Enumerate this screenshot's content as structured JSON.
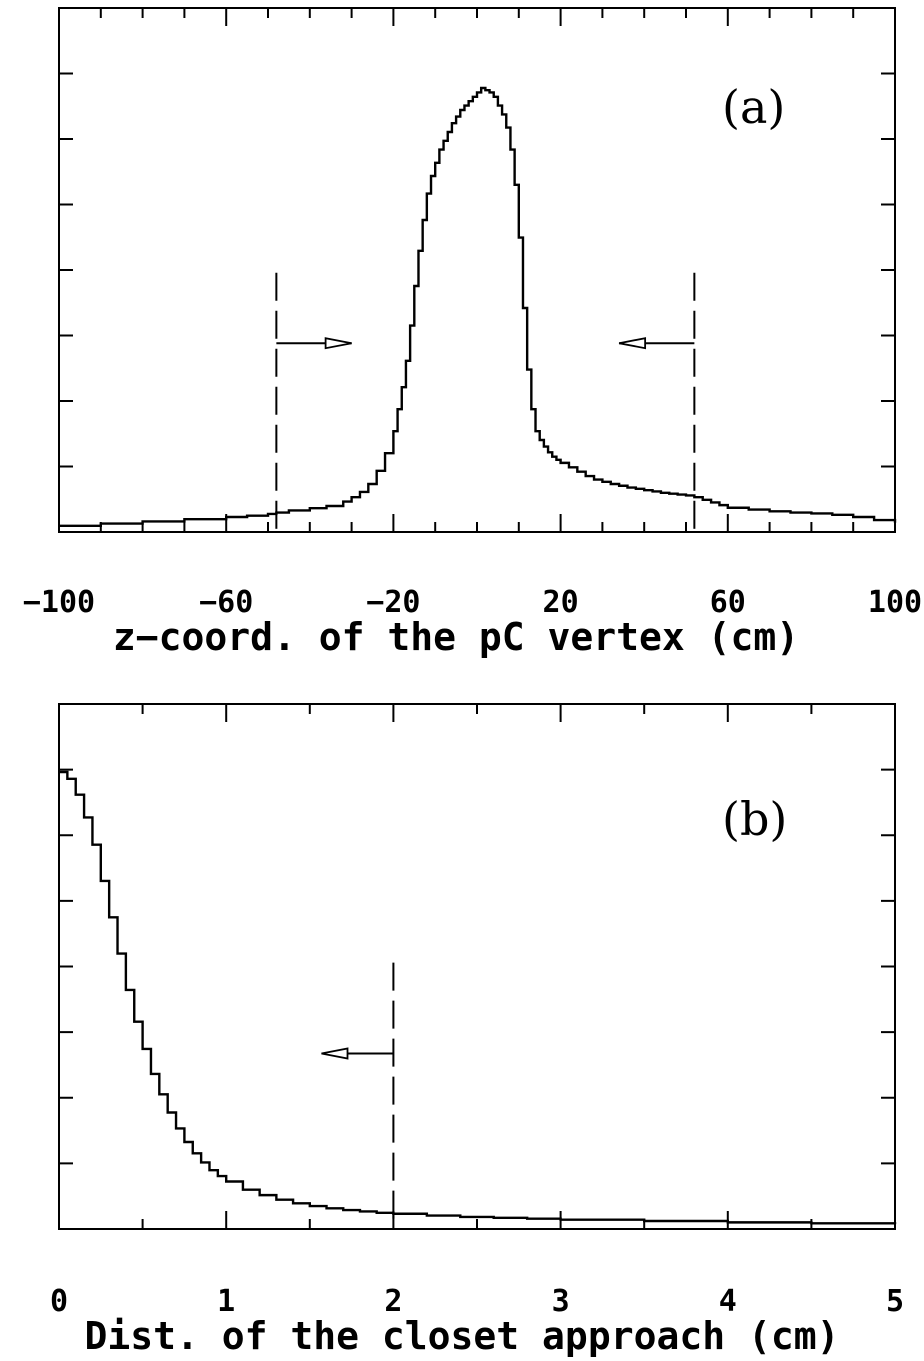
{
  "chart_data": [
    {
      "type": "line",
      "panel_label": "(a)",
      "xlabel": "z−coord. of the pC vertex (cm)",
      "xlim": [
        -100,
        100
      ],
      "ylim": [
        0,
        1
      ],
      "x_tick_labels": [
        "−100",
        "−60",
        "−20",
        "20",
        "60",
        "100"
      ],
      "x_tick_values": [
        -100,
        -60,
        -20,
        20,
        60,
        100
      ],
      "x_minor_step": 10,
      "y_tick_count": 8,
      "grid": false,
      "cut_lines": [
        {
          "x": -48,
          "arrow_direction": "right",
          "arrow_to": -30,
          "arrow_y": 0.42
        },
        {
          "x": 52,
          "arrow_direction": "left",
          "arrow_to": 34,
          "arrow_y": 0.42
        }
      ],
      "series": [
        {
          "x": [
            -100,
            -90,
            -80,
            -70,
            -60,
            -55,
            -50,
            -48,
            -45,
            -40,
            -36,
            -32,
            -30,
            -28,
            -26,
            -24,
            -22,
            -20,
            -19,
            -18,
            -17,
            -16,
            -15,
            -14,
            -13,
            -12,
            -11,
            -10,
            -9,
            -8,
            -7,
            -6,
            -5,
            -4,
            -3,
            -2,
            -1,
            0,
            1,
            2,
            3,
            4,
            5,
            6,
            7,
            8,
            9,
            10,
            11,
            12,
            13,
            14,
            15,
            16,
            17,
            18,
            19,
            20,
            22,
            24,
            26,
            28,
            30,
            32,
            34,
            36,
            38,
            40,
            42,
            44,
            46,
            48,
            50,
            52,
            54,
            56,
            58,
            60,
            65,
            70,
            75,
            80,
            85,
            90,
            95,
            100
          ],
          "y": [
            0.005,
            0.01,
            0.015,
            0.02,
            0.025,
            0.028,
            0.032,
            0.035,
            0.04,
            0.045,
            0.05,
            0.06,
            0.07,
            0.082,
            0.1,
            0.13,
            0.17,
            0.22,
            0.27,
            0.32,
            0.38,
            0.46,
            0.55,
            0.63,
            0.7,
            0.76,
            0.8,
            0.83,
            0.86,
            0.88,
            0.9,
            0.92,
            0.935,
            0.95,
            0.96,
            0.97,
            0.98,
            0.99,
            1.0,
            0.995,
            0.99,
            0.98,
            0.96,
            0.94,
            0.91,
            0.86,
            0.78,
            0.66,
            0.5,
            0.36,
            0.27,
            0.22,
            0.2,
            0.185,
            0.172,
            0.162,
            0.155,
            0.148,
            0.138,
            0.128,
            0.118,
            0.11,
            0.105,
            0.1,
            0.096,
            0.092,
            0.089,
            0.086,
            0.083,
            0.08,
            0.078,
            0.076,
            0.074,
            0.07,
            0.064,
            0.058,
            0.052,
            0.046,
            0.042,
            0.038,
            0.035,
            0.033,
            0.03,
            0.025,
            0.018,
            0.012
          ]
        }
      ]
    },
    {
      "type": "line",
      "panel_label": "(b)",
      "xlabel": "Dist. of the closet approach (cm)",
      "xlim": [
        0,
        5
      ],
      "ylim": [
        0,
        1
      ],
      "x_tick_labels": [
        "0",
        "1",
        "2",
        "3",
        "4",
        "5"
      ],
      "x_tick_values": [
        0,
        1,
        2,
        3,
        4,
        5
      ],
      "x_minor_step": 0.5,
      "y_tick_count": 8,
      "grid": false,
      "cut_lines": [
        {
          "x": 2.0,
          "arrow_direction": "left",
          "arrow_to": 1.57,
          "arrow_y": 0.38
        }
      ],
      "series": [
        {
          "x": [
            0,
            0.05,
            0.1,
            0.15,
            0.2,
            0.25,
            0.3,
            0.35,
            0.4,
            0.45,
            0.5,
            0.55,
            0.6,
            0.65,
            0.7,
            0.75,
            0.8,
            0.85,
            0.9,
            0.95,
            1.0,
            1.1,
            1.2,
            1.3,
            1.4,
            1.5,
            1.6,
            1.7,
            1.8,
            1.9,
            2.0,
            2.2,
            2.4,
            2.6,
            2.8,
            3.0,
            3.5,
            4.0,
            4.5,
            5.0
          ],
          "y": [
            1.0,
            0.985,
            0.95,
            0.9,
            0.84,
            0.76,
            0.68,
            0.6,
            0.52,
            0.45,
            0.39,
            0.335,
            0.29,
            0.25,
            0.215,
            0.185,
            0.16,
            0.14,
            0.123,
            0.11,
            0.098,
            0.08,
            0.068,
            0.058,
            0.05,
            0.044,
            0.039,
            0.035,
            0.032,
            0.029,
            0.027,
            0.023,
            0.02,
            0.018,
            0.016,
            0.014,
            0.011,
            0.008,
            0.006,
            0.004
          ]
        }
      ]
    }
  ]
}
